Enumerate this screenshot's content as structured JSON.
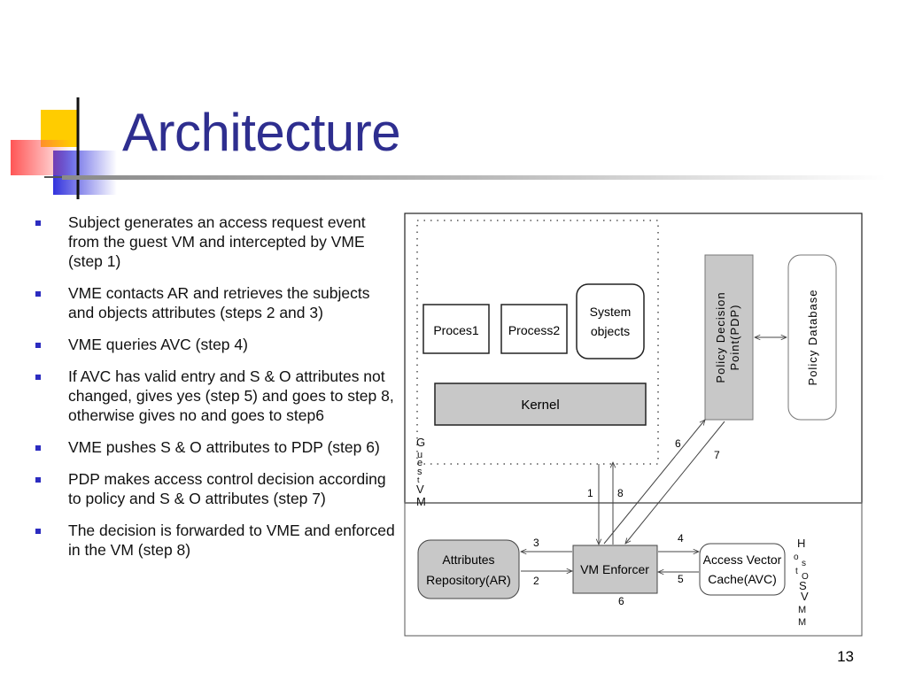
{
  "title": "Architecture",
  "bullets": [
    "Subject generates an access request event from the guest  VM and intercepted by VME (step 1)",
    "VME contacts AR and retrieves the subjects and objects attributes (steps 2 and 3)",
    "VME queries AVC (step 4)",
    "If AVC has valid entry and S & O attributes not changed, gives yes (step 5) and goes to step 8, otherwise gives no and goes to step6",
    "VME pushes S & O attributes to PDP (step 6)",
    "PDP makes access control decision according to policy and S & O attributes (step 7)",
    "The decision is forwarded to VME and enforced in the VM (step 8)"
  ],
  "page_number": "13",
  "diagram": {
    "process1": "Proces1",
    "process2": "Process2",
    "system_objects": [
      "System",
      "objects"
    ],
    "kernel": "Kernel",
    "pdp": [
      "Policy Decision",
      "Point(PDP)"
    ],
    "policy_db": "Policy Database",
    "guest_vm_label": [
      "G",
      "u",
      "e",
      "s",
      "t",
      "V",
      "M"
    ],
    "host_os_label": [
      "H",
      "o",
      "s",
      "t",
      "O",
      "S",
      "V",
      "M",
      "M"
    ],
    "ar": [
      "Attributes",
      "Repository(AR)"
    ],
    "vme": "VM Enforcer",
    "avc": [
      "Access Vector",
      "Cache(AVC)"
    ],
    "steps": {
      "s1": "1",
      "s2": "2",
      "s3": "3",
      "s4": "4",
      "s5": "5",
      "s6_top": "6",
      "s6_bottom": "6",
      "s7": "7",
      "s8": "8"
    }
  }
}
